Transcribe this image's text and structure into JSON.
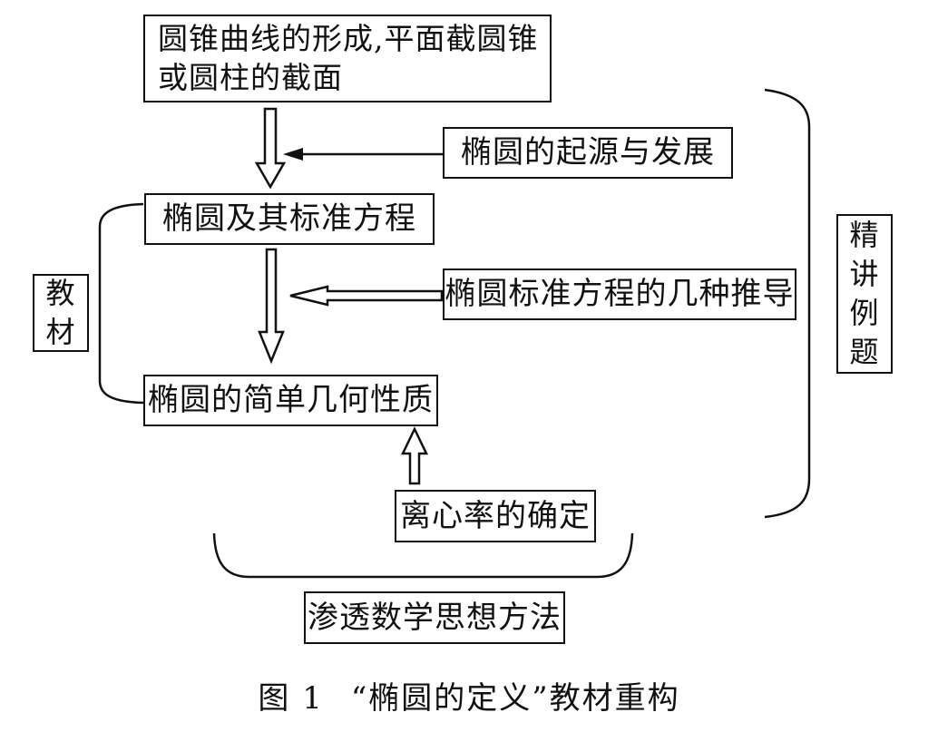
{
  "diagram": {
    "nodes": {
      "formation": "圆锥曲线的形成,平面截圆锥或圆柱的截面",
      "formation_line1": "圆锥曲线的形成,平面截圆锥",
      "formation_line2": "或圆柱的截面",
      "origin": "椭圆的起源与发展",
      "standard_equation": "椭圆及其标准方程",
      "derivations": "椭圆标准方程的几种推导",
      "properties": "椭圆的简单几何性质",
      "eccentricity": "离心率的确定",
      "textbook": [
        "教",
        "材"
      ],
      "examples": [
        "精",
        "讲",
        "例",
        "题"
      ],
      "methods": "渗透数学思想方法"
    },
    "edges": [
      {
        "from": "formation",
        "to": "standard_equation",
        "style": "hollow-arrow"
      },
      {
        "from": "origin",
        "to": "formation-to-standard_equation",
        "style": "line-arrow"
      },
      {
        "from": "standard_equation",
        "to": "properties",
        "style": "hollow-arrow"
      },
      {
        "from": "derivations",
        "to": "standard_equation-to-properties",
        "style": "hollow-arrow"
      },
      {
        "from": "eccentricity",
        "to": "properties",
        "style": "hollow-arrow"
      }
    ],
    "braces": [
      {
        "label": "textbook",
        "groups": [
          "standard_equation",
          "properties"
        ]
      },
      {
        "label": "examples",
        "groups": [
          "origin",
          "derivations",
          "eccentricity"
        ]
      },
      {
        "label": "methods",
        "groups": [
          "properties",
          "eccentricity"
        ]
      }
    ]
  },
  "caption": {
    "figure_number": "图 1",
    "title": "“椭圆的定义”教材重构"
  }
}
